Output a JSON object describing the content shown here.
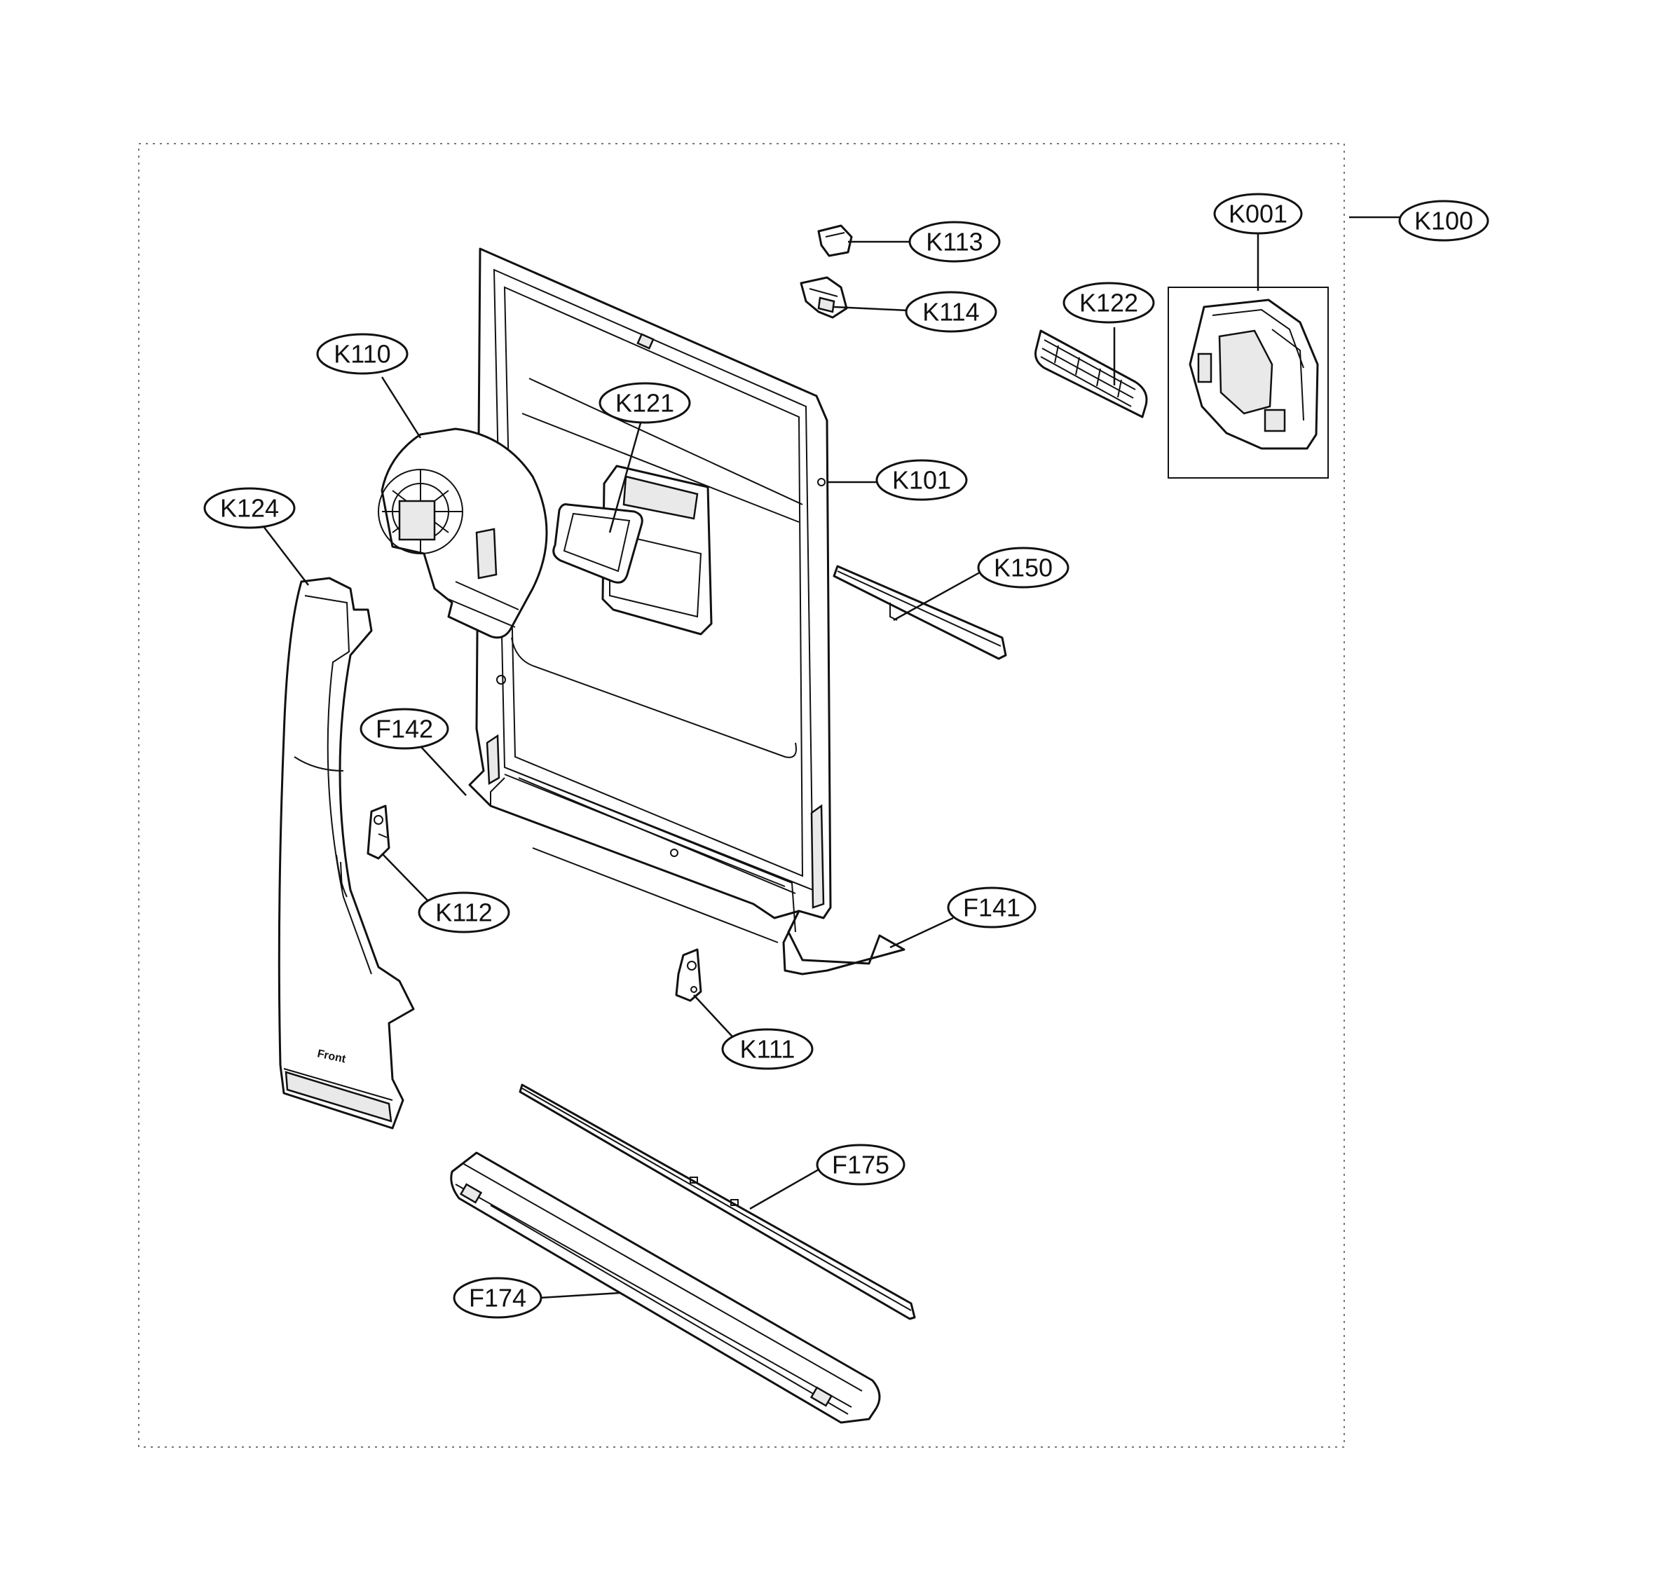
{
  "callouts": {
    "K001": "K001",
    "K100": "K100",
    "K113": "K113",
    "K114": "K114",
    "K122": "K122",
    "K110": "K110",
    "K121": "K121",
    "K101": "K101",
    "K124": "K124",
    "K150": "K150",
    "F142": "F142",
    "K112": "K112",
    "F141": "F141",
    "K111": "K111",
    "F175": "F175",
    "F174": "F174"
  },
  "part_text": {
    "front": "Front"
  },
  "colors": {
    "line": "#111111",
    "boundary": "#777777",
    "fill": "#e9e9e9",
    "background": "#ffffff"
  }
}
